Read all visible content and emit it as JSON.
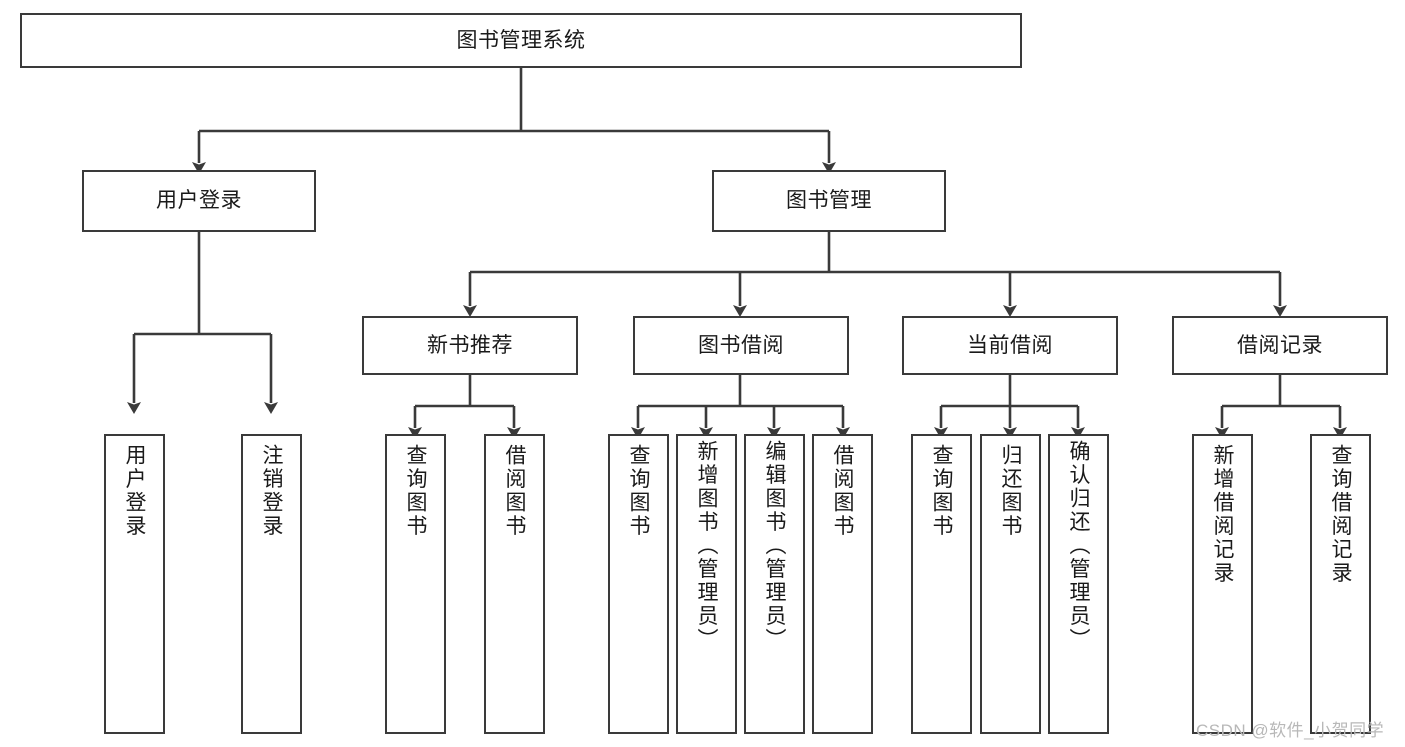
{
  "diagram": {
    "title": "图书管理系统",
    "watermark": "CSDN @软件_小贺同学",
    "line_color": "#3a3a3a",
    "box_fill": "#ffffff",
    "text_color": "#1a1a1a",
    "watermark_color": "#b8b8b8"
  },
  "nodes": {
    "root": {
      "label": "图书管理系统"
    },
    "level2": [
      {
        "label": "用户登录"
      },
      {
        "label": "图书管理"
      }
    ],
    "level3": [
      {
        "label": "新书推荐"
      },
      {
        "label": "图书借阅"
      },
      {
        "label": "当前借阅"
      },
      {
        "label": "借阅记录"
      }
    ],
    "leaves": {
      "user_login": [
        {
          "label": "用户登录"
        },
        {
          "label": "注销登录"
        }
      ],
      "new_book_recommend": [
        {
          "label": "查询图书"
        },
        {
          "label": "借阅图书"
        }
      ],
      "book_borrow": [
        {
          "label": "查询图书"
        },
        {
          "label": "新增图书（管理员）"
        },
        {
          "label": "编辑图书（管理员）"
        },
        {
          "label": "借阅图书"
        }
      ],
      "current_borrow": [
        {
          "label": "查询图书"
        },
        {
          "label": "归还图书"
        },
        {
          "label": "确认归还（管理员）"
        }
      ],
      "borrow_record": [
        {
          "label": "新增借阅记录"
        },
        {
          "label": "查询借阅记录"
        }
      ]
    }
  }
}
